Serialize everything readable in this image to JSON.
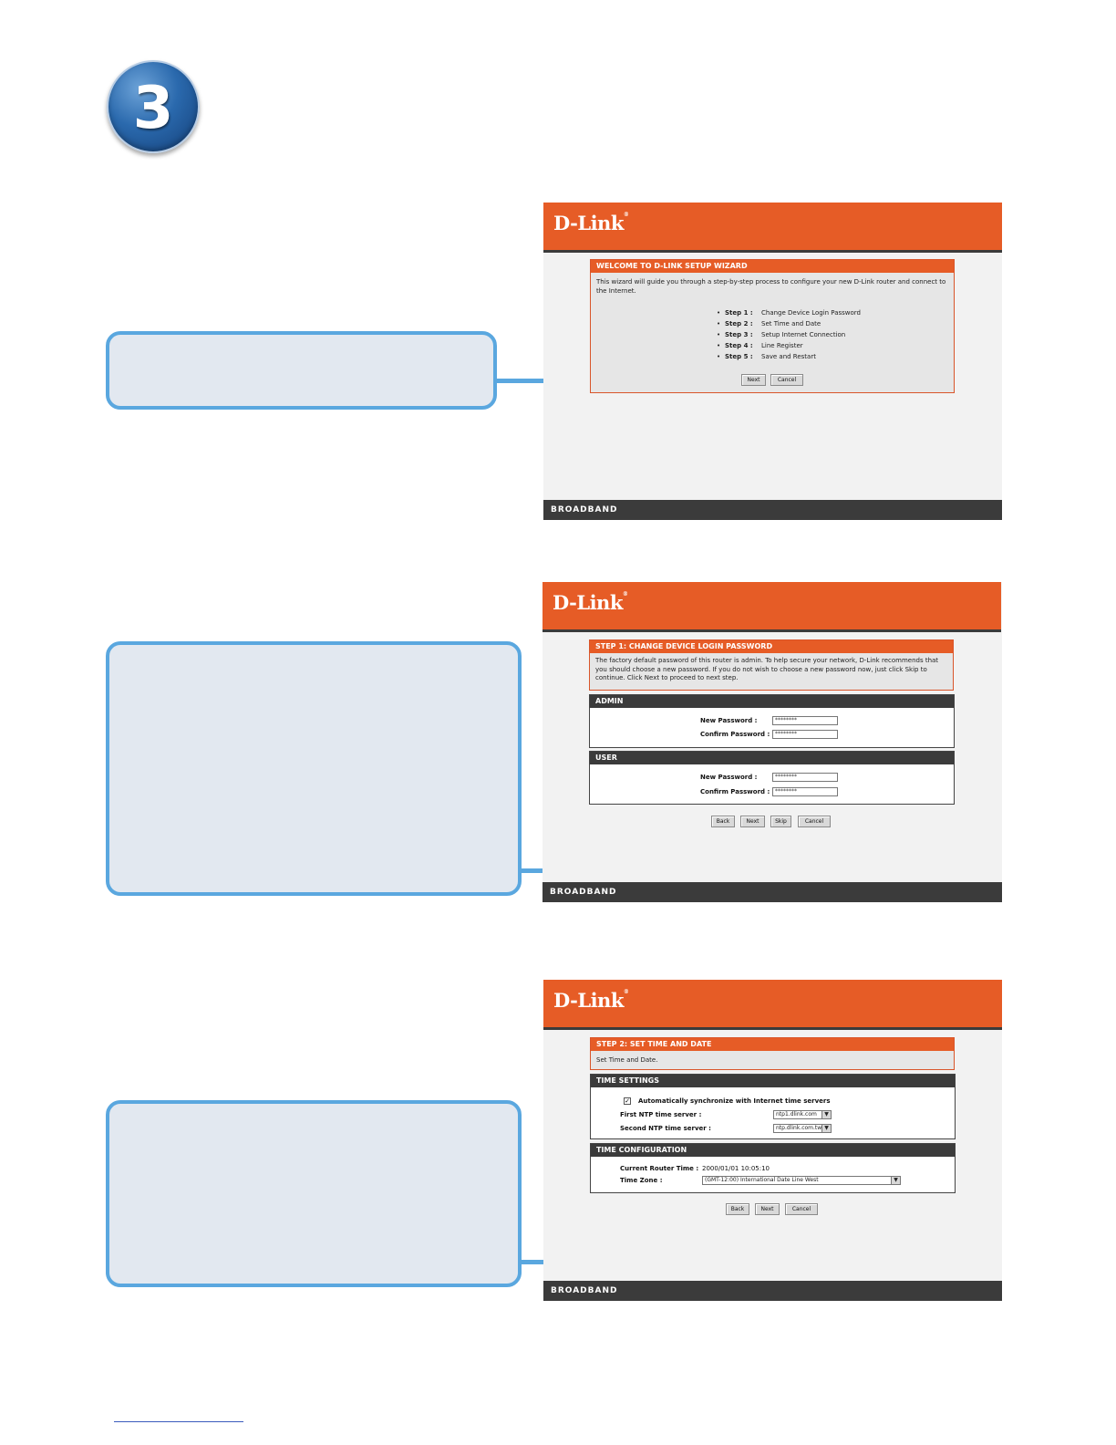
{
  "badge": {
    "number": "3"
  },
  "screens": [
    {
      "logo": "D-Link",
      "footer": "BROADBAND",
      "title": "WELCOME TO D-LINK SETUP WIZARD",
      "intro": "This wizard will guide you through a step-by-step process to configure your new D-Link router and connect to the Internet.",
      "steps": [
        {
          "label": "Step 1 :",
          "text": "Change Device Login Password"
        },
        {
          "label": "Step 2 :",
          "text": "Set Time and Date"
        },
        {
          "label": "Step 3 :",
          "text": "Setup Internet Connection"
        },
        {
          "label": "Step 4 :",
          "text": "Line Register"
        },
        {
          "label": "Step 5 :",
          "text": "Save and Restart"
        }
      ],
      "buttons": {
        "next": "Next",
        "cancel": "Cancel"
      }
    },
    {
      "logo": "D-Link",
      "footer": "BROADBAND",
      "title": "STEP 1: CHANGE DEVICE LOGIN PASSWORD",
      "intro": "The factory default password of this router is admin. To help secure your network, D-Link recommends that you should choose a new password. If you do not wish to choose a new password now, just click Skip to continue. Click Next to proceed to next step.",
      "admin": {
        "title": "ADMIN",
        "new_label": "New Password :",
        "confirm_label": "Confirm Password :",
        "new_value": "********",
        "confirm_value": "********"
      },
      "user": {
        "title": "USER",
        "new_label": "New Password :",
        "confirm_label": "Confirm Password :",
        "new_value": "********",
        "confirm_value": "********"
      },
      "buttons": {
        "back": "Back",
        "next": "Next",
        "skip": "Skip",
        "cancel": "Cancel"
      }
    },
    {
      "logo": "D-Link",
      "footer": "BROADBAND",
      "title": "STEP 2: SET TIME AND DATE",
      "intro": "Set Time and Date.",
      "time_settings": {
        "title": "TIME SETTINGS",
        "auto_sync_label": "Automatically synchronize with Internet time servers",
        "auto_sync_checked": true,
        "first_ntp_label": "First NTP time server :",
        "first_ntp_value": "ntp1.dlink.com",
        "second_ntp_label": "Second NTP time server :",
        "second_ntp_value": "ntp.dlink.com.tw"
      },
      "time_config": {
        "title": "TIME CONFIGURATION",
        "router_time_label": "Current Router Time :",
        "router_time_value": "2000/01/01 10:05:10",
        "time_zone_label": "Time Zone :",
        "time_zone_value": "(GMT-12:00) International Date Line West"
      },
      "buttons": {
        "back": "Back",
        "next": "Next",
        "cancel": "Cancel"
      }
    }
  ]
}
